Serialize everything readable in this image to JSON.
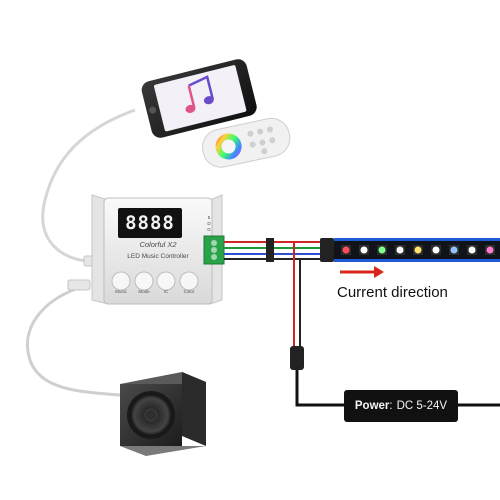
{
  "controller": {
    "display": "8888",
    "brand": "Colorful  X2",
    "name": "LED Music Controller",
    "buttons": [
      "Music",
      "Mode",
      "IC",
      "Color"
    ],
    "side_labels": [
      "5",
      "D",
      "G"
    ]
  },
  "strip_direction_label": "Current direction",
  "power": {
    "label": "Power",
    "separator": ":",
    "value": "DC 5-24V"
  },
  "colors": {
    "arrow_red": "#d9261c",
    "strip_blue": "#1f5bd6",
    "wire_red": "#d02525",
    "wire_green": "#1a9a3a",
    "wire_blue": "#2b4fd0"
  }
}
